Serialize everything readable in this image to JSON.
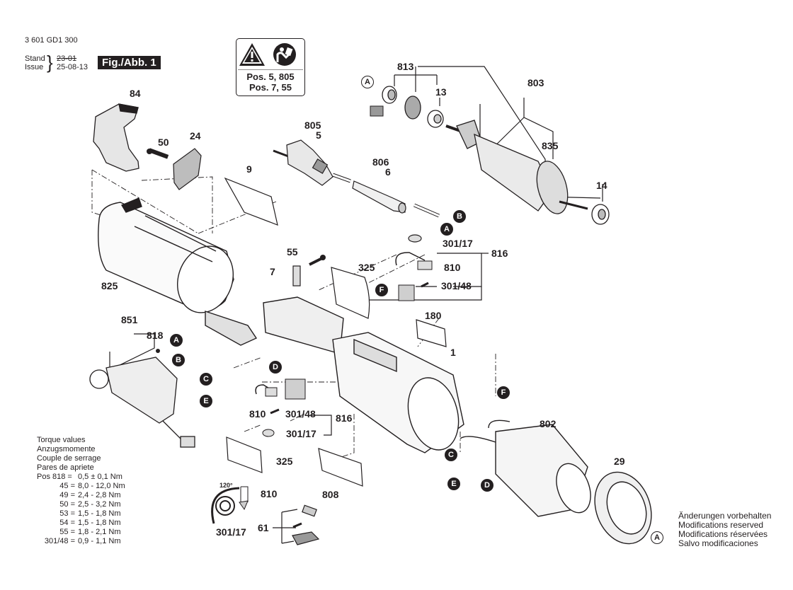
{
  "header": {
    "part_number": "3 601 GD1 300",
    "stand_label": "Stand",
    "issue_label": "Issue",
    "stand_value_struck": "23-01",
    "issue_value": "25-08-13",
    "figure_label": "Fig./Abb. 1"
  },
  "warning_box": {
    "icons": [
      "warning-triangle-icon",
      "read-manual-icon"
    ],
    "lines": [
      "Pos. 5, 805",
      "Pos. 7, 55"
    ]
  },
  "part_labels": {
    "p84": "84",
    "p50": "50",
    "p24": "24",
    "p9": "9",
    "p825": "825",
    "p805": "805",
    "p5": "5",
    "p806": "806",
    "p6": "6",
    "p813": "813",
    "p13": "13",
    "p803": "803",
    "p835": "835",
    "p14": "14",
    "p55": "55",
    "p7": "7",
    "p325a": "325",
    "p301_17a": "301/17",
    "p810a": "810",
    "p301_48a": "301/48",
    "p816a": "816",
    "p180": "180",
    "p1": "1",
    "p851": "851",
    "p818": "818",
    "p810b": "810",
    "p301_48b": "301/48",
    "p816b": "816",
    "p301_17b": "301/17",
    "p325b": "325",
    "p808": "808",
    "p120deg": "120°",
    "p810c": "810",
    "p301_17c": "301/17",
    "p61": "61",
    "p802": "802",
    "p29": "29"
  },
  "connectors": {
    "A": "A",
    "B": "B",
    "C": "C",
    "D": "D",
    "E": "E",
    "F": "F"
  },
  "torque": {
    "titles": [
      "Torque values",
      "Anzugsmomente",
      "Couple de serrage",
      "Pares de apriete"
    ],
    "rows": [
      {
        "pos": "Pos 818 =",
        "value": "0,5 ± 0,1 Nm"
      },
      {
        "pos": "45 =",
        "value": "8,0 - 12,0 Nm"
      },
      {
        "pos": "49 =",
        "value": "2,4 - 2,8 Nm"
      },
      {
        "pos": "50 =",
        "value": "2,5 - 3,2 Nm"
      },
      {
        "pos": "53 =",
        "value": "1,5 - 1,8 Nm"
      },
      {
        "pos": "54 =",
        "value": "1,5 - 1,8 Nm"
      },
      {
        "pos": "55 =",
        "value": "1,8 - 2,1 Nm"
      },
      {
        "pos": "301/48 =",
        "value": "0,9 - 1,1 Nm"
      }
    ]
  },
  "modifications": [
    "Änderungen vorbehalten",
    "Modifications reserved",
    "Modifications réservées",
    "Salvo modificaciones"
  ]
}
